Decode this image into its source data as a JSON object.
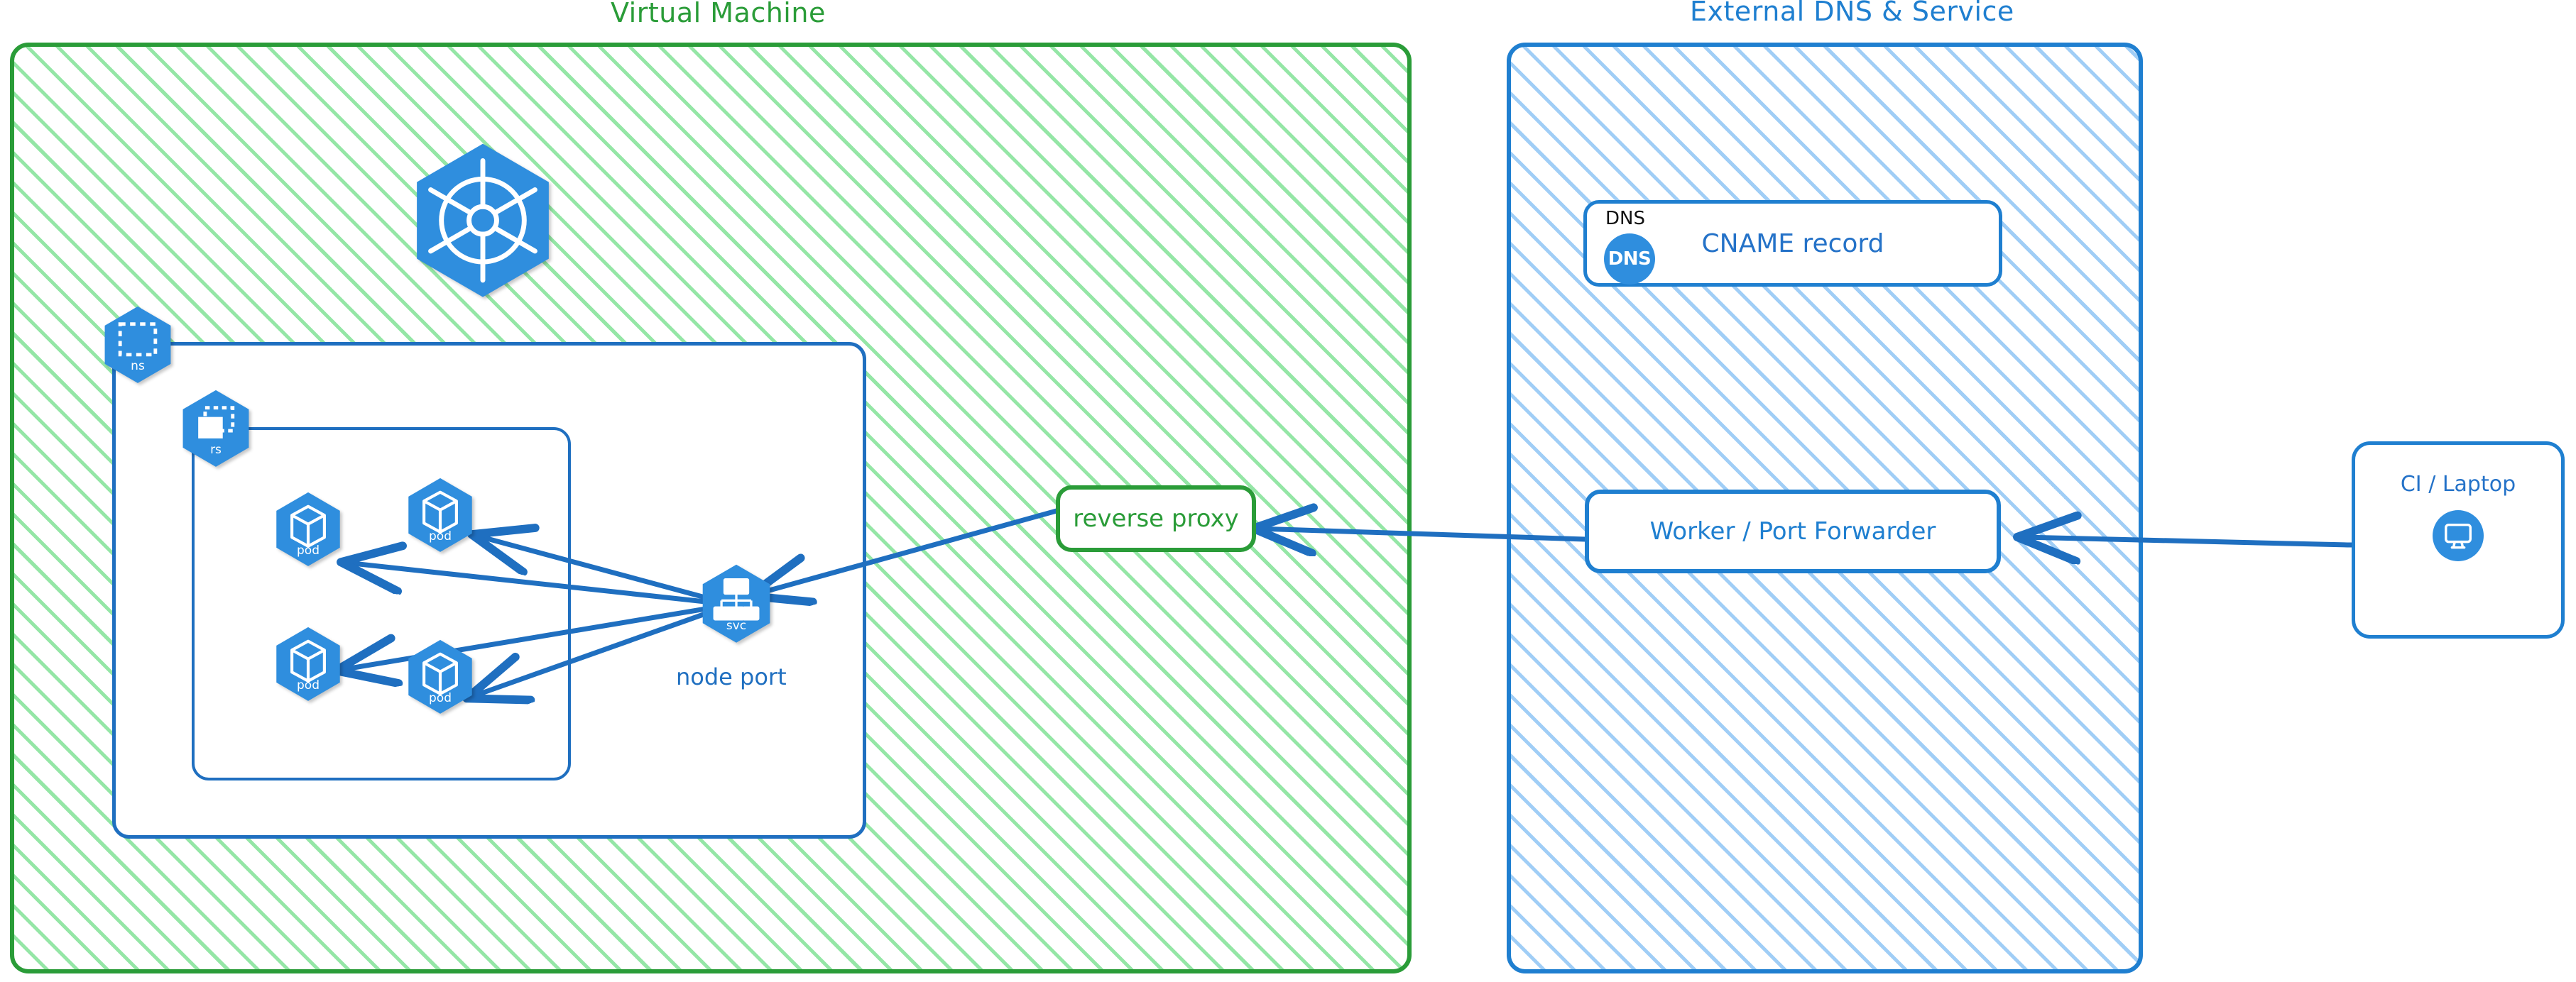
{
  "zones": [
    {
      "id": "vm",
      "title": "Virtual Machine",
      "accent": "#2a9c38"
    },
    {
      "id": "ext",
      "title": "External DNS & Service",
      "accent": "#1f7fd0"
    }
  ],
  "vm": {
    "cluster_icon": {
      "name": "kubernetes-logo-icon"
    },
    "namespace": {
      "label": "ns",
      "icon": "namespace-icon"
    },
    "replicaset": {
      "label": "rs",
      "icon": "replicaset-icon"
    },
    "pods": [
      {
        "label": "pod",
        "icon": "pod-icon"
      },
      {
        "label": "pod",
        "icon": "pod-icon"
      },
      {
        "label": "pod",
        "icon": "pod-icon"
      },
      {
        "label": "pod",
        "icon": "pod-icon"
      }
    ],
    "service": {
      "label": "svc",
      "icon": "service-icon",
      "caption": "node port"
    },
    "reverse_proxy": {
      "label": "reverse proxy"
    }
  },
  "ext": {
    "dns_card": {
      "tag": "DNS",
      "badge": "DNS",
      "record": "CNAME record"
    },
    "worker": {
      "label": "Worker / Port Forwarder"
    }
  },
  "client": {
    "title": "CI / Laptop",
    "icon": "monitor-icon"
  },
  "colors": {
    "green": "#2a9c38",
    "green_hatch": "#82e296",
    "blue": "#1f7fd0",
    "blue_hatch": "#96c8f5",
    "k8s_blue": "#2f8ede",
    "wire": "#1f6fc0",
    "text_dark": "#111111"
  }
}
